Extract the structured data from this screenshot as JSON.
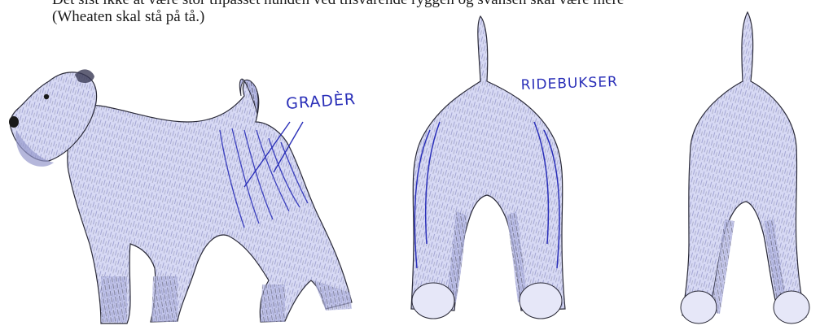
{
  "document": {
    "line_cut_text": "Det sist ikke at være stor tilpasset hunden ved tilsvarende ryggen og svansen skal være mere",
    "caption": "(Wheaten skal stå på tå.)"
  },
  "annotations": {
    "grader": "GRADÈR",
    "ridebukser": "RIDEBUKSER"
  },
  "colors": {
    "body_fill": "#d7d9f4",
    "shade": "#9699cc",
    "ink_dark": "#2a2a38",
    "pen_blue": "#2a2fb8"
  }
}
